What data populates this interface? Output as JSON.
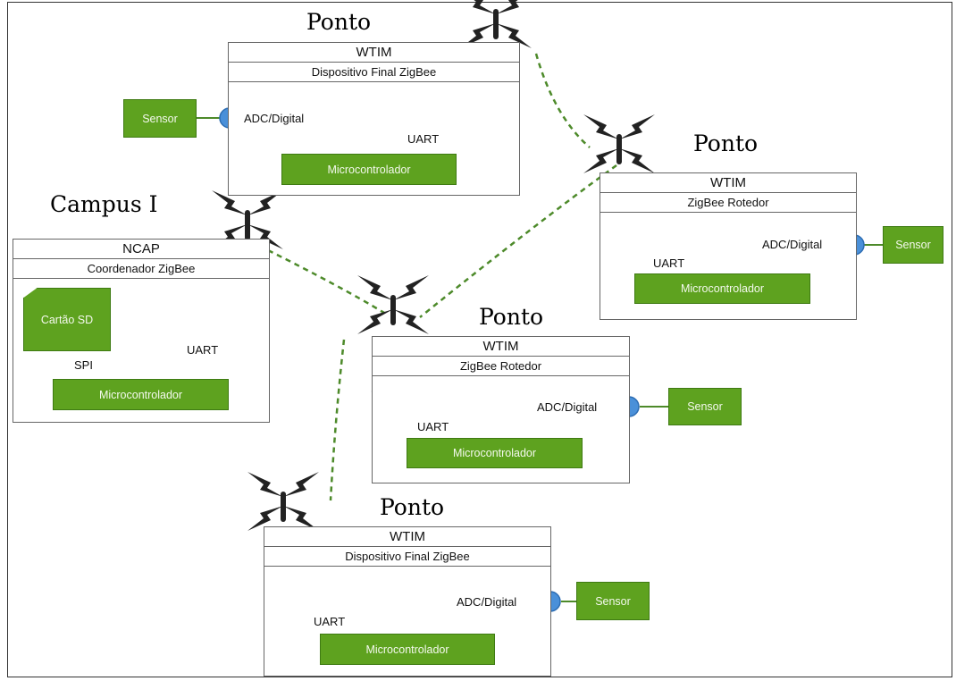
{
  "labels": {
    "ponto_top": "Ponto",
    "ponto_right": "Ponto",
    "ponto_mid": "Ponto",
    "ponto_bottom": "Ponto",
    "campus": "Campus I"
  },
  "nodes": {
    "top": {
      "header": "WTIM",
      "subheader": "Dispositivo Final ZigBee",
      "adc": "ADC/Digital",
      "uart": "UART",
      "mcu": "Microcontrolador",
      "sensor": "Sensor"
    },
    "right": {
      "header": "WTIM",
      "subheader": "ZigBee Rotedor",
      "adc": "ADC/Digital",
      "uart": "UART",
      "mcu": "Microcontrolador",
      "sensor": "Sensor"
    },
    "mid": {
      "header": "WTIM",
      "subheader": "ZigBee Rotedor",
      "adc": "ADC/Digital",
      "uart": "UART",
      "mcu": "Microcontrolador",
      "sensor": "Sensor"
    },
    "bottom": {
      "header": "WTIM",
      "subheader": "Dispositivo Final ZigBee",
      "adc": "ADC/Digital",
      "uart": "UART",
      "mcu": "Microcontrolador",
      "sensor": "Sensor"
    },
    "campus": {
      "header": "NCAP",
      "subheader": "Coordenador ZigBee",
      "sd": "Cartão SD",
      "spi": "SPI",
      "uart": "UART",
      "mcu": "Microcontrolador"
    }
  },
  "colors": {
    "module_green": "#5ea21f",
    "port_blue": "#4a90d9",
    "link_green": "#4d8a2a",
    "xbee_blue": "#2f5f8f"
  },
  "icons": [
    "antenna-icon",
    "xbee-module-icon",
    "sensor-port-icon",
    "wireless-link-icon"
  ]
}
